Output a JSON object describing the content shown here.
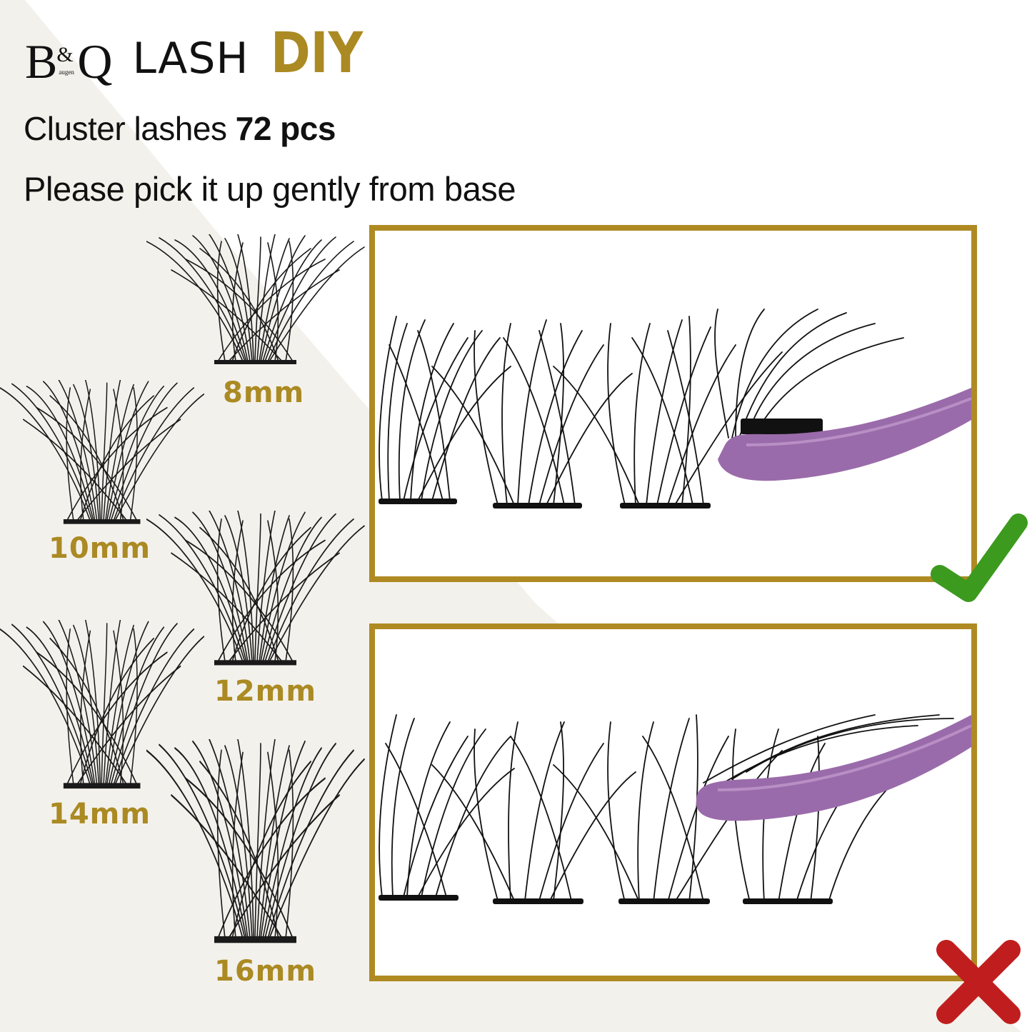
{
  "header": {
    "logo": {
      "letter_left": "B",
      "ampersand": "&",
      "small_text": "augen",
      "letter_right": "Q"
    },
    "product_word": "LASH",
    "highlight_word": "DIY"
  },
  "subtitle": {
    "text": "Cluster lashes",
    "count": "72 pcs"
  },
  "instruction": "Please pick it up gently from base",
  "sizes": [
    {
      "label": "8mm"
    },
    {
      "label": "10mm"
    },
    {
      "label": "12mm"
    },
    {
      "label": "14mm"
    },
    {
      "label": "16mm"
    }
  ],
  "comparison": [
    {
      "name": "correct-example",
      "description": "Tweezer picks cluster from base",
      "status": "correct",
      "status_icon": "check-icon",
      "status_color": "#3C9A1E"
    },
    {
      "name": "incorrect-example",
      "description": "Tweezer grabs lashes by the fibers",
      "status": "incorrect",
      "status_icon": "cross-icon",
      "status_color": "#C01E1E"
    }
  ],
  "colors": {
    "gold": "#AB8A23",
    "frame_border": "#AF8A22",
    "cream_background": "#F3F1EC",
    "tweezer_purple": "#9A6BAA"
  }
}
